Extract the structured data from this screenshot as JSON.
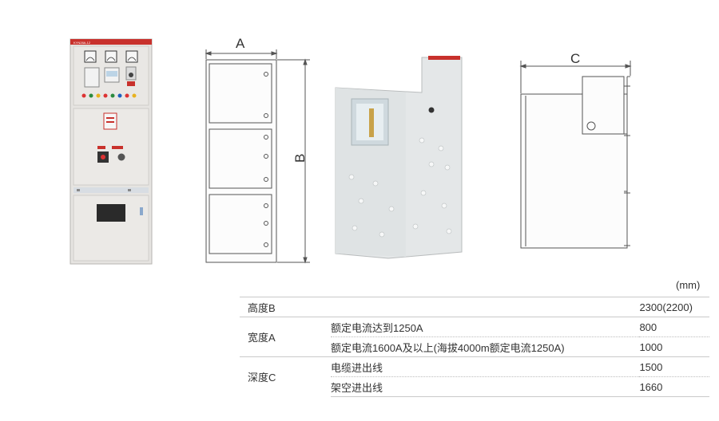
{
  "dimensions": {
    "width_label": "A",
    "height_label": "B",
    "depth_label": "C"
  },
  "cabinet_nameplate": "KYN28A-12",
  "unit": "(mm)",
  "spec_table": {
    "height": {
      "name": "高度B",
      "value": "2300(2200)"
    },
    "width": {
      "name": "宽度A",
      "rows": [
        {
          "condition": "额定电流达到1250A",
          "value": "800"
        },
        {
          "condition": "额定电流1600A及以上(海拔4000m额定电流1250A)",
          "value": "1000"
        }
      ]
    },
    "depth": {
      "name": "深度C",
      "rows": [
        {
          "condition": "电缆进出线",
          "value": "1500"
        },
        {
          "condition": "架空进出线",
          "value": "1660"
        }
      ]
    }
  },
  "colors": {
    "panel": "#e9e7e4",
    "accent_red": "#c8312c",
    "line": "#555555",
    "rule": "#c9c9c9"
  }
}
